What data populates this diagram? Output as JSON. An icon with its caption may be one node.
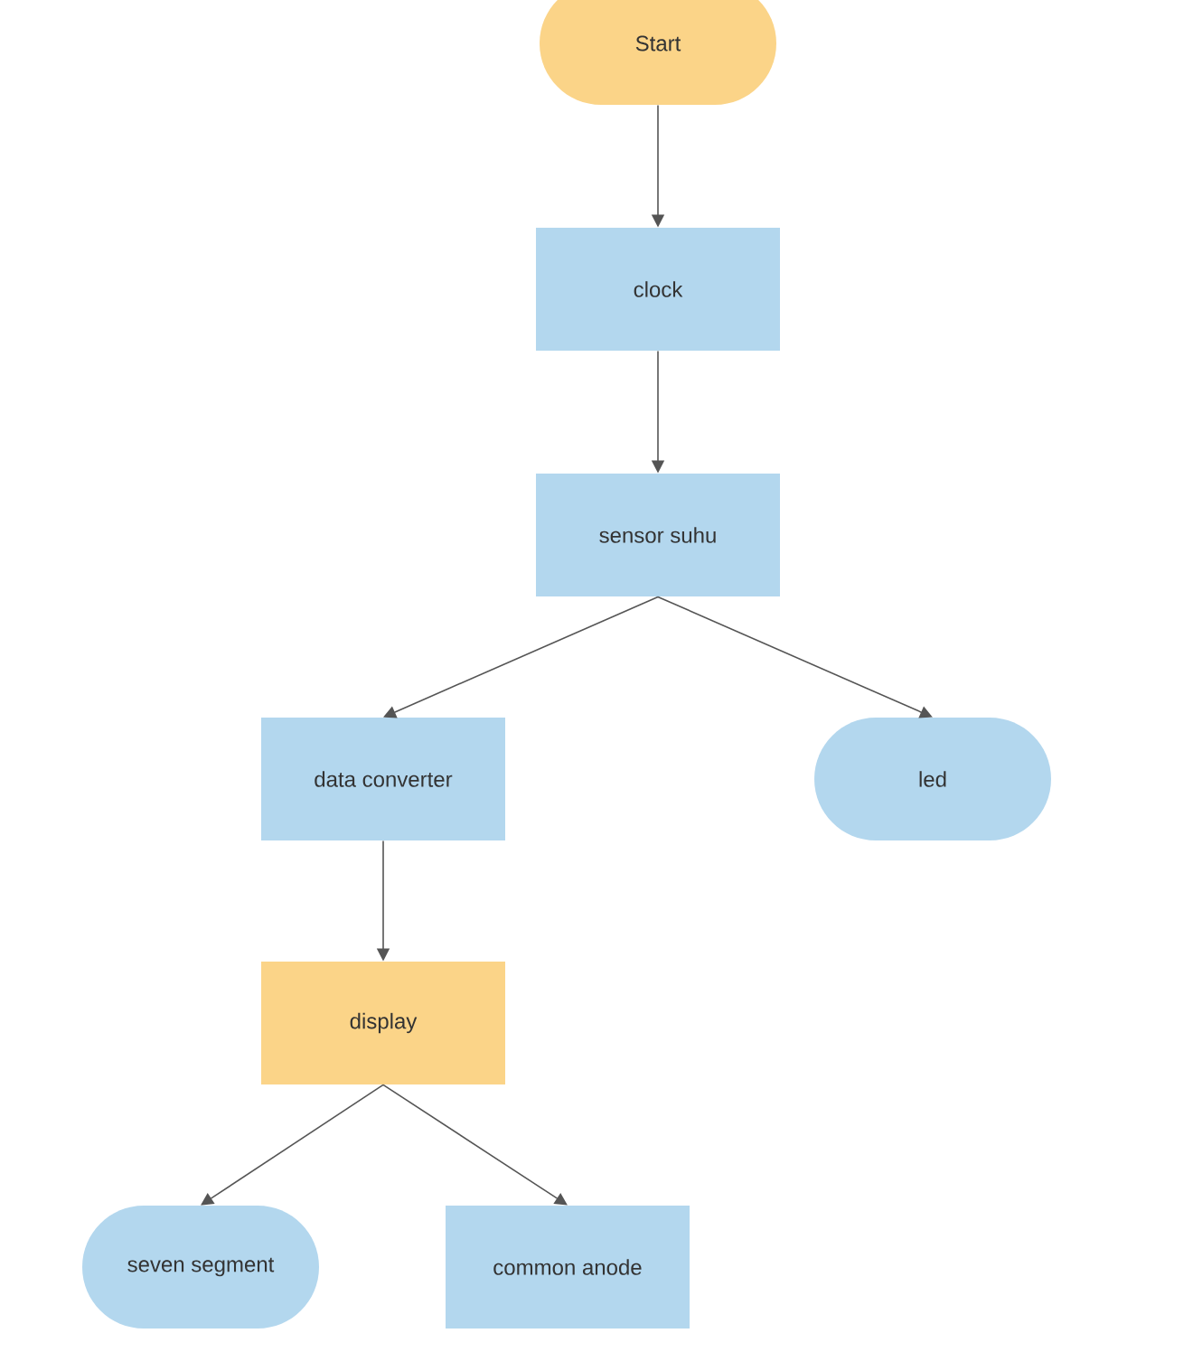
{
  "diagram": {
    "nodes": [
      {
        "text": [
          "Start"
        ]
      },
      {
        "text": [
          "clock"
        ]
      },
      {
        "text": [
          "sensor suhu"
        ]
      },
      {
        "text": [
          "data converter"
        ]
      },
      {
        "text": [
          "led"
        ]
      },
      {
        "text": [
          "display"
        ]
      },
      {
        "text": [
          "seven segment"
        ]
      },
      {
        "text": [
          "common anode"
        ]
      }
    ],
    "edges": [
      {
        "from": 0,
        "to": 1,
        "arrow": "to"
      },
      {
        "from": 1,
        "to": 2,
        "arrow": "to"
      },
      {
        "from": 2,
        "to": 3,
        "arrow": "to"
      },
      {
        "from": 2,
        "to": 4,
        "arrow": "to"
      },
      {
        "from": 3,
        "to": 5,
        "arrow": "to"
      },
      {
        "from": 5,
        "to": 6,
        "arrow": "to"
      },
      {
        "from": 5,
        "to": 7,
        "arrow": "to"
      }
    ]
  }
}
